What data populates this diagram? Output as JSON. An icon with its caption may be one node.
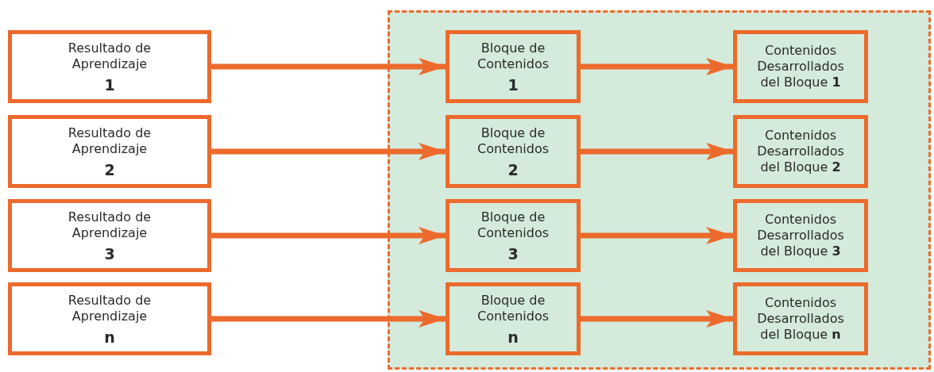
{
  "diagram": {
    "nodes": [
      {
        "text": [],
        "shape": "box"
      },
      {
        "text": [
          "Resultado de Aprendizaje",
          "1"
        ]
      },
      {
        "text": [
          "Bloque de Contenidos",
          "1"
        ],
        "in": 0
      },
      {
        "text": [
          "Contenidos Desarrollados del Bloque **1**"
        ],
        "in": 0
      },
      {
        "text": [
          "Resultado de Aprendizaje",
          "2"
        ]
      },
      {
        "text": [
          "Bloque de Contenidos",
          "2"
        ],
        "in": 0
      },
      {
        "text": [
          "Contenidos Desarrollados del Bloque **2**"
        ],
        "in": 0
      },
      {
        "text": [
          "Resultado de Aprendizaje",
          "3"
        ]
      },
      {
        "text": [
          "Bloque de Contenidos",
          "3"
        ],
        "in": 0
      },
      {
        "text": [
          "Contenidos Desarrollados del Bloque **3**"
        ],
        "in": 0
      },
      {
        "text": [
          "Resultado de Aprendizaje",
          "n"
        ]
      },
      {
        "text": [
          "Bloque de Contenidos",
          "n"
        ],
        "in": 0
      },
      {
        "text": [
          "Contenidos Desarrollados del Bloque **n**"
        ],
        "in": 0
      }
    ],
    "edges": [
      {
        "from": 1,
        "to": 2,
        "arrow": "to"
      },
      {
        "from": 2,
        "to": 3,
        "arrow": "to"
      },
      {
        "from": 4,
        "to": 5,
        "arrow": "to"
      },
      {
        "from": 5,
        "to": 6,
        "arrow": "to"
      },
      {
        "from": 7,
        "to": 8,
        "arrow": "to"
      },
      {
        "from": 8,
        "to": 9,
        "arrow": "to"
      },
      {
        "from": 10,
        "to": 11,
        "arrow": "to"
      },
      {
        "from": 11,
        "to": 12,
        "arrow": "to"
      }
    ]
  }
}
